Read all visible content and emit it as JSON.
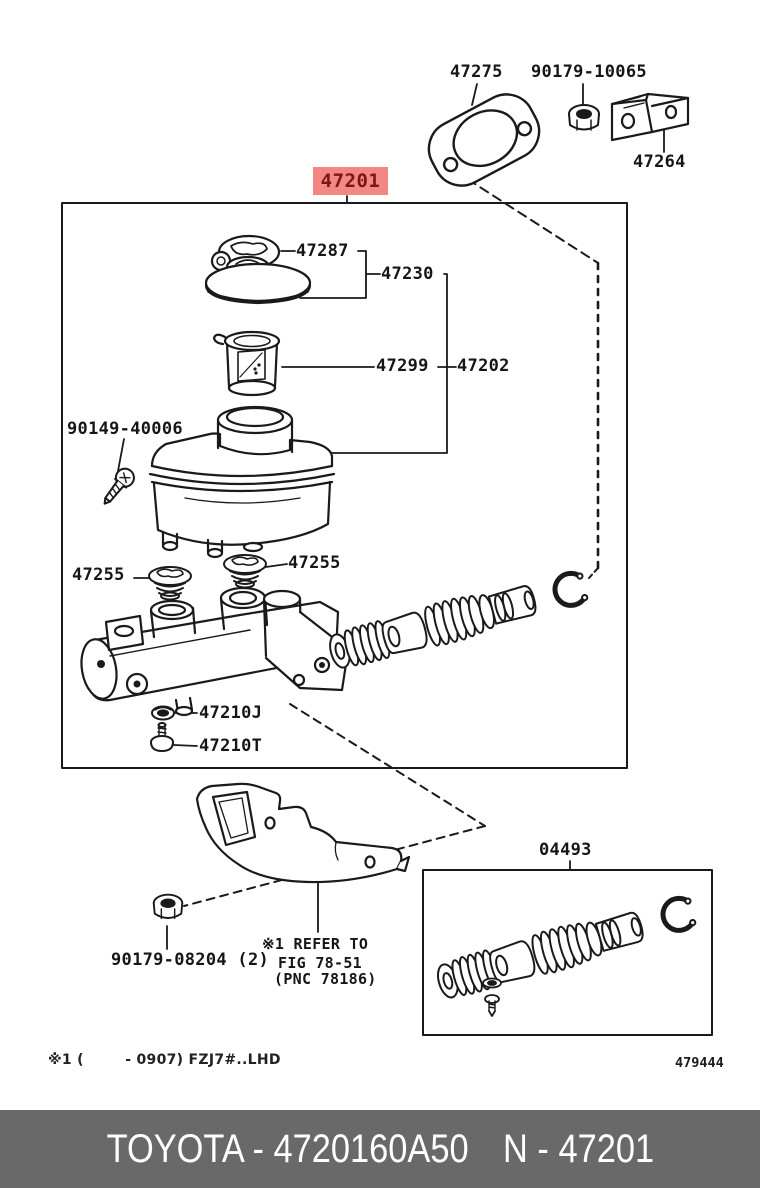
{
  "colors": {
    "line_art": "#1a1a1a",
    "highlight_bg": "#f38784",
    "highlight_text": "#7b151b",
    "title_bar_bg": "#696969",
    "title_bar_text": "#ffffff",
    "page_bg": "#ffffff"
  },
  "callouts": {
    "c47275": "47275",
    "c90179_10065": "90179-10065",
    "c47264": "47264",
    "c47201": "47201",
    "c47287": "47287",
    "c47230": "47230",
    "c47299": "47299",
    "c47202": "47202",
    "c90149_40006": "90149-40006",
    "c47255_left": "47255",
    "c47255_right": "47255",
    "c47210J": "47210J",
    "c47210T": "47210T",
    "c04493": "04493",
    "c90179_08204": "90179-08204 (2)"
  },
  "note": {
    "line1": "※1 REFER TO",
    "line2": "FIG 78-51",
    "line3": "(PNC 78186)"
  },
  "footer": {
    "applicability": "※1 (        - 0907) FZJ7#..LHD",
    "drawing_number": "479444"
  },
  "title_bar": {
    "brand_part": "TOYOTA - 4720160A50",
    "figure_ref": "N - 47201"
  }
}
